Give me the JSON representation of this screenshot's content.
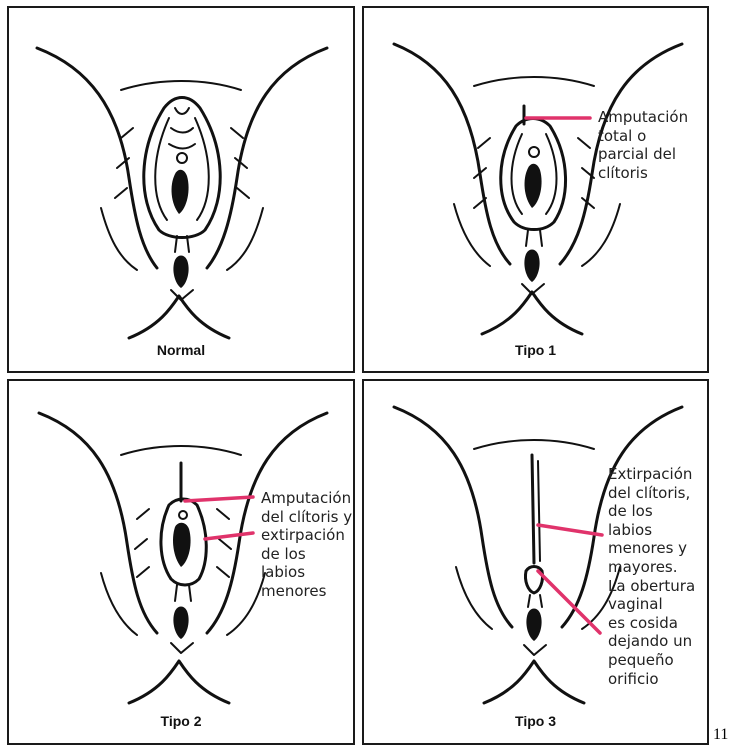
{
  "colors": {
    "pointer": "#e0336b",
    "ink": "#111111"
  },
  "panels": {
    "normal": {
      "caption": "Normal"
    },
    "tipo1": {
      "caption": "Tipo 1",
      "note": "Amputación\ntotal o\nparcial del\nclítoris"
    },
    "tipo2": {
      "caption": "Tipo 2",
      "note": "Amputación\ndel clítoris y\nextirpación\nde los labios\nmenores"
    },
    "tipo3": {
      "caption": "Tipo 3",
      "note": "Extirpación\ndel clítoris,\nde los\nlabios\nmenores y\nmayores.\nLa obertura\nvaginal\nes cosida\ndejando un\npequeño\norificio"
    }
  },
  "page_number": "11"
}
